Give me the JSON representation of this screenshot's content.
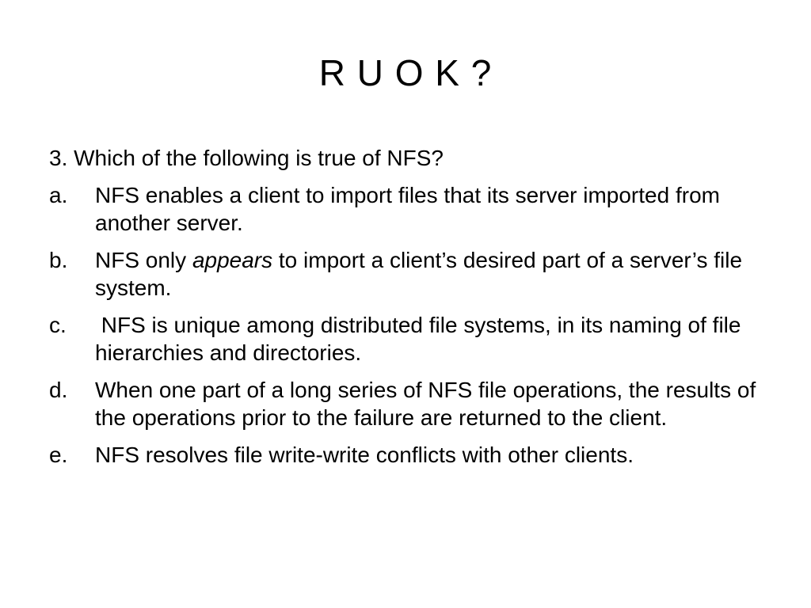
{
  "slide": {
    "title": "R U O K ?",
    "question": "3. Which of the following is true of NFS?",
    "options": [
      {
        "marker": "a.",
        "parts": [
          "NFS enables a client to import files that its server imported from another server.",
          "",
          ""
        ]
      },
      {
        "marker": "b.",
        "parts": [
          "NFS only ",
          "appears",
          " to import a client’s desired part of a server’s file system."
        ]
      },
      {
        "marker": "c.",
        "parts": [
          " NFS is unique among distributed file systems, in its naming of file hierarchies and directories.",
          "",
          ""
        ]
      },
      {
        "marker": "d.",
        "parts": [
          "When one part of a long series of NFS file operations, the results of the operations prior to the failure are returned to the client.",
          "",
          ""
        ]
      },
      {
        "marker": "e.",
        "parts": [
          "NFS resolves file write-write conflicts with other clients.",
          "",
          ""
        ]
      }
    ]
  }
}
